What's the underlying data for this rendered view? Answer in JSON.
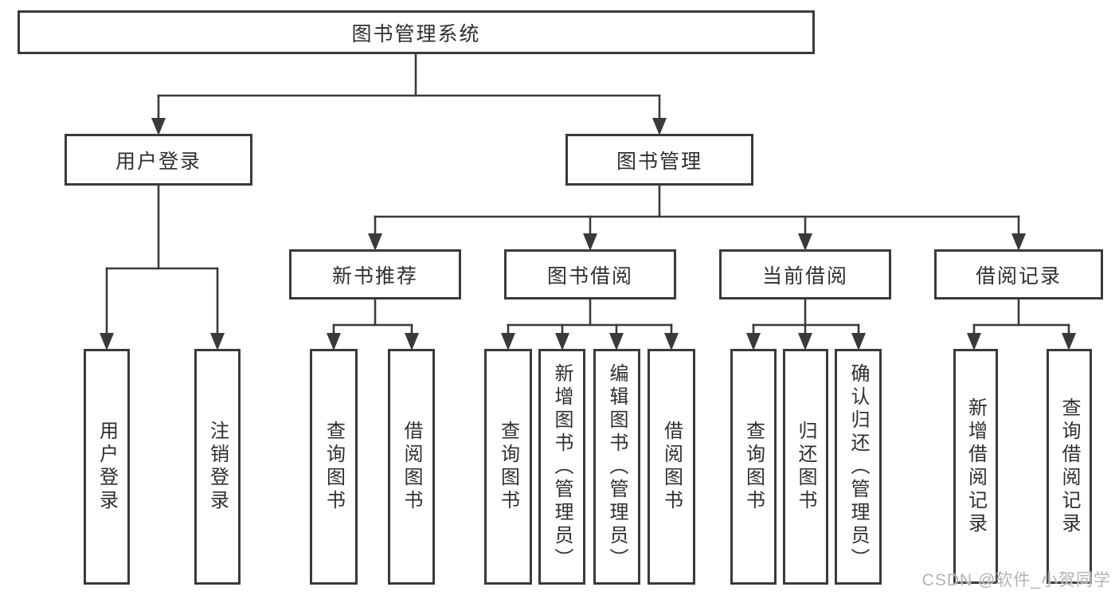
{
  "diagram": {
    "colors": {
      "line": "#3a3a3a",
      "text": "#2f2f2f",
      "box_fill": "#ffffff",
      "background": "#ffffff",
      "watermark": "#b3b3b3"
    },
    "watermark": "CSDN @软件_小贺同学",
    "nodes": {
      "root": {
        "label": "图书管理系统"
      },
      "login_menu": {
        "label": "用户登录"
      },
      "mgmt_menu": {
        "label": "图书管理"
      },
      "new_book_menu": {
        "label": "新书推荐"
      },
      "book_borrow_menu": {
        "label": "图书借阅"
      },
      "current_borrow_menu": {
        "label": "当前借阅"
      },
      "borrow_records_menu": {
        "label": "借阅记录"
      },
      "user_login": {
        "label": "用户登录"
      },
      "logout": {
        "label": "注销登录"
      },
      "nb_query_book": {
        "label": "查询图书"
      },
      "nb_borrow_book": {
        "label": "借阅图书"
      },
      "bb_query_book": {
        "label": "查询图书"
      },
      "bb_add_book": {
        "label": "新增图书（管理员）"
      },
      "bb_edit_book": {
        "label": "编辑图书（管理员）"
      },
      "bb_borrow_book": {
        "label": "借阅图书"
      },
      "cb_query_book": {
        "label": "查询图书"
      },
      "cb_return_book": {
        "label": "归还图书"
      },
      "cb_confirm_return": {
        "label": "确认归还（管理员）"
      },
      "br_add_record": {
        "label": "新增借阅记录"
      },
      "br_query_record": {
        "label": "查询借阅记录"
      }
    },
    "hierarchy": [
      {
        "parent": "图书管理系统",
        "children": [
          "用户登录",
          "图书管理"
        ]
      },
      {
        "parent": "用户登录",
        "children": [
          "用户登录",
          "注销登录"
        ]
      },
      {
        "parent": "图书管理",
        "children": [
          "新书推荐",
          "图书借阅",
          "当前借阅",
          "借阅记录"
        ]
      },
      {
        "parent": "新书推荐",
        "children": [
          "查询图书",
          "借阅图书"
        ]
      },
      {
        "parent": "图书借阅",
        "children": [
          "查询图书",
          "新增图书（管理员）",
          "编辑图书（管理员）",
          "借阅图书"
        ]
      },
      {
        "parent": "当前借阅",
        "children": [
          "查询图书",
          "归还图书",
          "确认归还（管理员）"
        ]
      },
      {
        "parent": "借阅记录",
        "children": [
          "新增借阅记录",
          "查询借阅记录"
        ]
      }
    ]
  }
}
